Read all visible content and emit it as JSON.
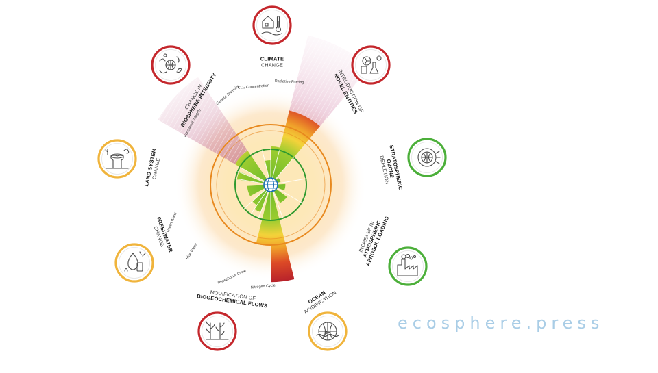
{
  "watermark": "ecosphere.press",
  "boundaries": [
    {
      "id": "climate",
      "icon": "thermometer-house-icon",
      "status_color": "#c4272c",
      "title_bold": [
        "CLIMATE"
      ],
      "title_light": [
        "CHANGE"
      ],
      "bold_first": true
    },
    {
      "id": "novel",
      "icon": "radiation-flask-icon",
      "status_color": "#c4272c",
      "title_light": [
        "INTRODUCTION OF"
      ],
      "title_bold": [
        "NOVEL ENTITIES"
      ],
      "bold_first": false
    },
    {
      "id": "ozone",
      "icon": "ozone-globe-icon",
      "status_color": "#4caf3a",
      "title_bold": [
        "STRATOSPHERIC",
        "OZONE"
      ],
      "title_light": [
        "DEPLETION"
      ],
      "bold_first": true
    },
    {
      "id": "aerosol",
      "icon": "factory-smoke-icon",
      "status_color": "#4caf3a",
      "title_light": [
        "INCREASE IN"
      ],
      "title_bold": [
        "ATMOSPHERIC",
        "AEROSOL LOADING"
      ],
      "bold_first": false
    },
    {
      "id": "ocean",
      "icon": "ocean-ph-icon",
      "status_color": "#f0b43c",
      "title_bold": [
        "OCEAN"
      ],
      "title_light": [
        "ACIDIFICATION"
      ],
      "bold_first": true
    },
    {
      "id": "biogeo",
      "icon": "plants-icon",
      "status_color": "#c4272c",
      "title_light": [
        "MODIFICATION OF"
      ],
      "title_bold": [
        "BIOGEOCHEMICAL FLOWS"
      ],
      "bold_first": false
    },
    {
      "id": "freshwater",
      "icon": "water-drop-icon",
      "status_color": "#f0b43c",
      "title_bold": [
        "FRESHWATER"
      ],
      "title_light": [
        "CHANGE"
      ],
      "bold_first": true
    },
    {
      "id": "land",
      "icon": "tree-stump-icon",
      "status_color": "#f0b43c",
      "title_bold": [
        "LAND SYSTEM"
      ],
      "title_light": [
        "CHANGE"
      ],
      "bold_first": true
    },
    {
      "id": "biosphere",
      "icon": "biodiversity-icon",
      "status_color": "#c4272c",
      "title_light": [
        "CHANGE IN"
      ],
      "title_bold": [
        "BIOSPHERE INTEGRITY"
      ],
      "bold_first": false
    }
  ],
  "segment_labels": {
    "co2": "CO₂ Concentration",
    "radiative": "Radiative Forcing",
    "genetic": "Genetic Diversity",
    "functional": "Functional Integrity",
    "green_water": "Green Water",
    "blue_water": "Blue Water",
    "phosphorus": "Phosphorus Cycle",
    "nitrogen": "Nitrogen Cycle"
  },
  "colors": {
    "safe_green": "#3aa935",
    "boundary_orange": "#e8891f",
    "high_risk_red": "#b51f2b",
    "deep_purple": "#6b1846",
    "not_quantified": "#c08aa8"
  },
  "segments": [
    {
      "key": "co2",
      "center": -7,
      "span": 14,
      "level": 0.62
    },
    {
      "key": "radiative",
      "center": 7,
      "span": 14,
      "level": 1.05
    },
    {
      "key": "novel",
      "center": 27,
      "span": 26,
      "level": 2.4,
      "unquantified": true
    },
    {
      "key": "ozone",
      "center": 60,
      "span": 26,
      "level": 0.12
    },
    {
      "key": "aerosol",
      "center": 100,
      "span": 26,
      "level": 0.27
    },
    {
      "key": "ocean",
      "center": 140,
      "span": 26,
      "level": 0.47
    },
    {
      "key": "nitrogen",
      "center": 173,
      "span": 14,
      "level": 2.1
    },
    {
      "key": "phosphorus",
      "center": 187,
      "span": 14,
      "level": 1.45
    },
    {
      "key": "blue_water",
      "center": 207,
      "span": 14,
      "level": 0.78
    },
    {
      "key": "green_water",
      "center": 221,
      "span": 14,
      "level": 0.62
    },
    {
      "key": "land",
      "center": 254,
      "span": 26,
      "level": 0.58
    },
    {
      "key": "functional",
      "center": 286,
      "span": 14,
      "level": 0.95
    },
    {
      "key": "genetic",
      "center": 313,
      "span": 26,
      "level": 1.1,
      "unquantified": true
    }
  ]
}
